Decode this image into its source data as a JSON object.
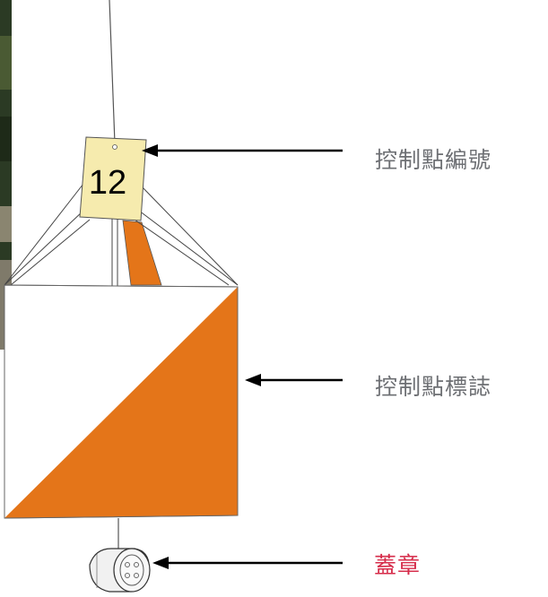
{
  "control_number": "12",
  "labels": {
    "control_number": "控制點編號",
    "control_flag": "控制點標誌",
    "punch": "蓋章"
  },
  "colors": {
    "flag_orange": "#e47519",
    "flag_white": "#ffffff",
    "tag_yellow": "#f6ebae",
    "label_gray": "#6d6f73",
    "label_red": "#d62c4a",
    "arrow": "#000000"
  }
}
